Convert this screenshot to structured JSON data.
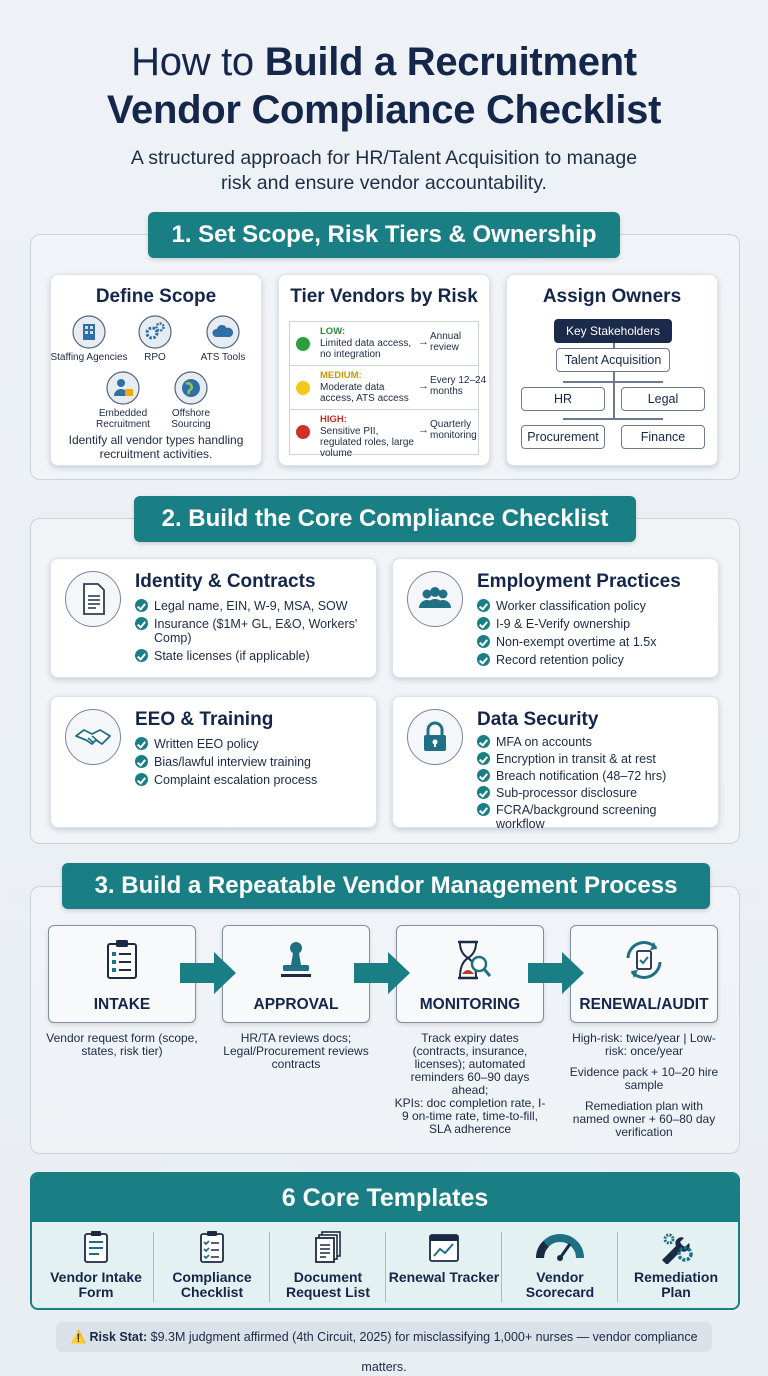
{
  "header": {
    "title_prefix": "How to",
    "title_bold_1": "Build a Recruitment",
    "title_bold_2": "Vendor Compliance Checklist",
    "subtitle_1": "A structured approach for HR/Talent Acquisition to manage",
    "subtitle_2": "risk and ensure vendor accountability."
  },
  "section1": {
    "banner": "1. Set Scope, Risk Tiers & Ownership",
    "scope": {
      "title": "Define Scope",
      "items": [
        {
          "label": "Staffing Agencies",
          "icon": "building-icon"
        },
        {
          "label": "RPO",
          "icon": "gears-icon"
        },
        {
          "label": "ATS Tools",
          "icon": "cloud-icon"
        },
        {
          "label": "Embedded Recruitment",
          "icon": "person-badge-icon"
        },
        {
          "label": "Offshore Sourcing",
          "icon": "globe-icon"
        }
      ],
      "description": "Identify all vendor types handling recruitment activities."
    },
    "tiers": {
      "title": "Tier Vendors by Risk",
      "rows": [
        {
          "level": "LOW:",
          "text": "Limited data access, no integration",
          "freq": "Annual review",
          "color": "#2e9e3a",
          "label_color": "#2e8b3a"
        },
        {
          "level": "MEDIUM:",
          "text": "Moderate data access, ATS access",
          "freq": "Every 12–24 months",
          "color": "#f2c81b",
          "label_color": "#c49a0a"
        },
        {
          "level": "HIGH:",
          "text": "Sensitive PII, regulated roles, large volume",
          "freq": "Quarterly monitoring",
          "color": "#d0302a",
          "label_color": "#c0302a"
        }
      ],
      "arrow": "→"
    },
    "owners": {
      "title": "Assign Owners",
      "key": "Key Stakeholders",
      "top": "Talent Acquisition",
      "hr": "HR",
      "legal": "Legal",
      "procurement": "Procurement",
      "finance": "Finance"
    }
  },
  "section2": {
    "banner": "2. Build the Core Compliance Checklist",
    "cards": [
      {
        "title": "Identity & Contracts",
        "icon": "document-icon",
        "items": [
          "Legal name, EIN, W-9, MSA, SOW",
          "Insurance ($1M+ GL, E&O, Workers' Comp)",
          "State licenses (if applicable)"
        ]
      },
      {
        "title": "Employment Practices",
        "icon": "people-icon",
        "items": [
          "Worker classification policy",
          "I-9 & E-Verify ownership",
          "Non-exempt overtime at 1.5x",
          "Record retention policy"
        ]
      },
      {
        "title": "EEO & Training",
        "icon": "handshake-icon",
        "items": [
          "Written EEO policy",
          "Bias/lawful interview training",
          "Complaint escalation process"
        ]
      },
      {
        "title": "Data Security",
        "icon": "lock-icon",
        "items": [
          "MFA on accounts",
          "Encryption in transit & at rest",
          "Breach notification (48–72 hrs)",
          "Sub-processor disclosure",
          "FCRA/background screening workflow"
        ]
      }
    ]
  },
  "section3": {
    "banner": "3. Build a Repeatable Vendor Management Process",
    "steps": [
      {
        "label": "INTAKE",
        "icon": "clipboard-icon",
        "desc": [
          "Vendor request form (scope, states, risk tier)"
        ]
      },
      {
        "label": "APPROVAL",
        "icon": "stamp-icon",
        "desc": [
          "HR/TA reviews docs; Legal/Procurement reviews contracts"
        ]
      },
      {
        "label": "MONITORING",
        "icon": "hourglass-search-icon",
        "desc": [
          "Track expiry dates (contracts, insurance, licenses); automated reminders 60–90 days ahead;",
          "KPIs: doc completion rate, I-9 on-time rate, time-to-fill, SLA adherence"
        ]
      },
      {
        "label": "RENEWAL/AUDIT",
        "icon": "renewal-icon",
        "desc": [
          "High-risk: twice/year | Low-risk: once/year",
          "Evidence pack + 10–20 hire sample",
          "Remediation plan with named owner + 60–80 day verification"
        ]
      }
    ]
  },
  "templates": {
    "title": "6 Core Templates",
    "items": [
      {
        "label": "Vendor Intake Form",
        "icon": "form-icon"
      },
      {
        "label": "Compliance Checklist",
        "icon": "checklist-icon"
      },
      {
        "label": "Document Request List",
        "icon": "documents-icon"
      },
      {
        "label": "Renewal Tracker",
        "icon": "calendar-chart-icon"
      },
      {
        "label": "Vendor Scorecard",
        "icon": "gauge-icon"
      },
      {
        "label": "Remediation Plan",
        "icon": "wrench-gear-icon"
      }
    ]
  },
  "risk_stat": {
    "icon": "warning-icon",
    "label": "Risk Stat:",
    "text": "$9.3M judgment affirmed (4th Circuit, 2025) for misclassifying 1,000+ nurses — vendor compliance matters."
  },
  "colors": {
    "teal": "#1a7f84",
    "navy": "#14264a"
  }
}
